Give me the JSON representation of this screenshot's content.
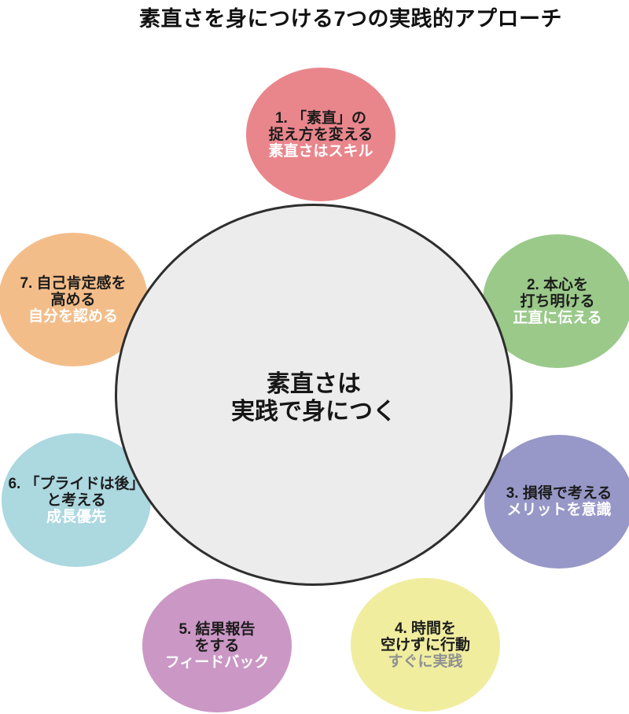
{
  "title": "素直さを身につける7つの実践的アプローチ",
  "center": {
    "lines": [
      "素直さは",
      "実践で身につく"
    ],
    "fill": "#ececec",
    "border": "#2e2e2e"
  },
  "nodes": [
    {
      "lines": [
        "1. 「素直」の",
        "捉え方を変える"
      ],
      "sub": "素直さはスキル",
      "color": "#e9868c",
      "sub_color": "#ffffff"
    },
    {
      "lines": [
        "2. 本心を",
        "打ち明ける"
      ],
      "sub": "正直に伝える",
      "color": "#9ac98a",
      "sub_color": "#ffffff"
    },
    {
      "lines": [
        "3. 損得で考える"
      ],
      "sub": "メリットを意識",
      "color": "#9798c8",
      "sub_color": "#ffffff"
    },
    {
      "lines": [
        "4. 時間を",
        "空けずに行動"
      ],
      "sub": "すぐに実践",
      "color": "#f0ed9f",
      "sub_color": "#8f9092"
    },
    {
      "lines": [
        "5. 結果報告",
        "をする"
      ],
      "sub": "フィードバック",
      "color": "#cb97c5",
      "sub_color": "#ffffff"
    },
    {
      "lines": [
        "6. 「プライドは後」",
        "と考える"
      ],
      "sub": "成長優先",
      "color": "#acd8e0",
      "sub_color": "#ffffff"
    },
    {
      "lines": [
        "7. 自己肯定感を",
        "高める"
      ],
      "sub": "自分を認める",
      "color": "#f3bd8a",
      "sub_color": "#ffffff"
    }
  ]
}
